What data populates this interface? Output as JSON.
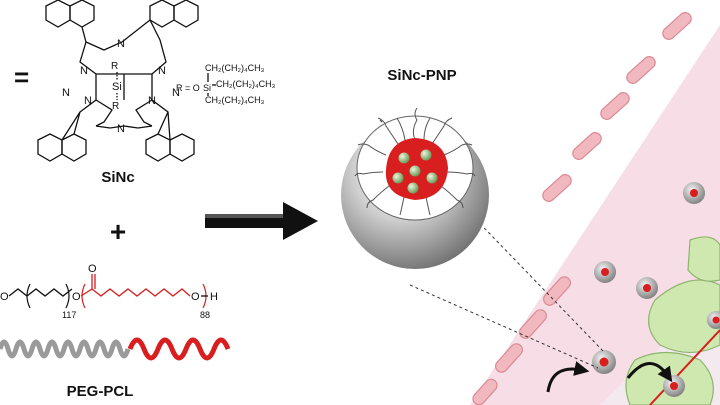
{
  "molecule": {
    "equals_sign": "=",
    "core_n_label": "N",
    "r_label": "R",
    "si_label": "Si",
    "r_definition_prefix": "R = O",
    "r_definition_si": "Si",
    "r_chain_top": "CH₂(CH₂)₄CH₃",
    "r_chain_mid": "CH₂(CH₂)₄CH₃",
    "r_chain_bottom": "CH₂(CH₂)₄CH₃",
    "name": "SiNc"
  },
  "plus_sign": "+",
  "polymer": {
    "peg_end_label": "O",
    "peg_inner_o": "O",
    "peg_repeat": "117",
    "carbonyl_o": "O",
    "pcl_o": "O",
    "pcl_end": "H",
    "pcl_repeat": "88",
    "name": "PEG-PCL"
  },
  "nanoparticle": {
    "label": "SiNc-PNP"
  },
  "colors": {
    "pcl_red": "#d81e1e",
    "peg_gray": "#9a9a9a",
    "vessel_pink": "#f6dde6",
    "cell_wall": "#f2b8bf",
    "tissue_green": "#cfe8b0",
    "arrow_black": "#111111"
  }
}
